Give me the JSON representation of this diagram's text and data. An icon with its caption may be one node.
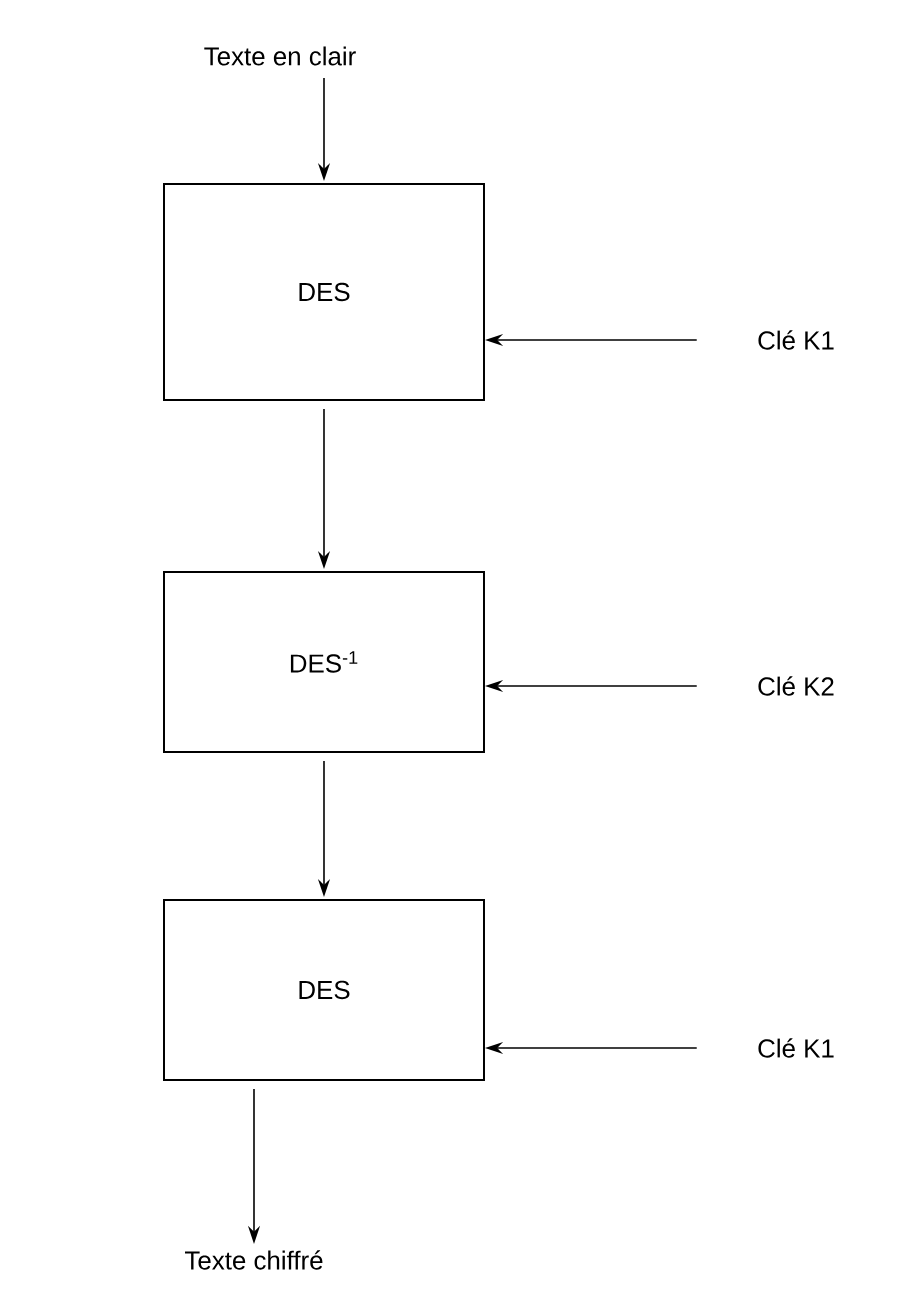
{
  "diagram": {
    "nodes": [
      {
        "text": [
          "Texte en clair"
        ]
      },
      {
        "text": [
          "DES"
        ]
      },
      {
        "text": [
          "Clé K1"
        ]
      },
      {
        "text": [
          "DES$^{-1}$"
        ]
      },
      {
        "text": [
          "Clé K2"
        ]
      },
      {
        "text": [
          "DES"
        ]
      },
      {
        "text": [
          "Clé K1"
        ]
      },
      {
        "text": [
          "Texte chiffré"
        ]
      }
    ],
    "edges": [
      {
        "from": 0,
        "to": 1,
        "arrow": "to"
      },
      {
        "from": 2,
        "to": 1,
        "arrow": "to"
      },
      {
        "from": 1,
        "to": 3,
        "arrow": "to"
      },
      {
        "from": 4,
        "to": 3,
        "arrow": "to"
      },
      {
        "from": 3,
        "to": 5,
        "arrow": "to"
      },
      {
        "from": 6,
        "to": 5,
        "arrow": "to"
      },
      {
        "from": 5,
        "to": 7,
        "arrow": "to"
      }
    ]
  }
}
